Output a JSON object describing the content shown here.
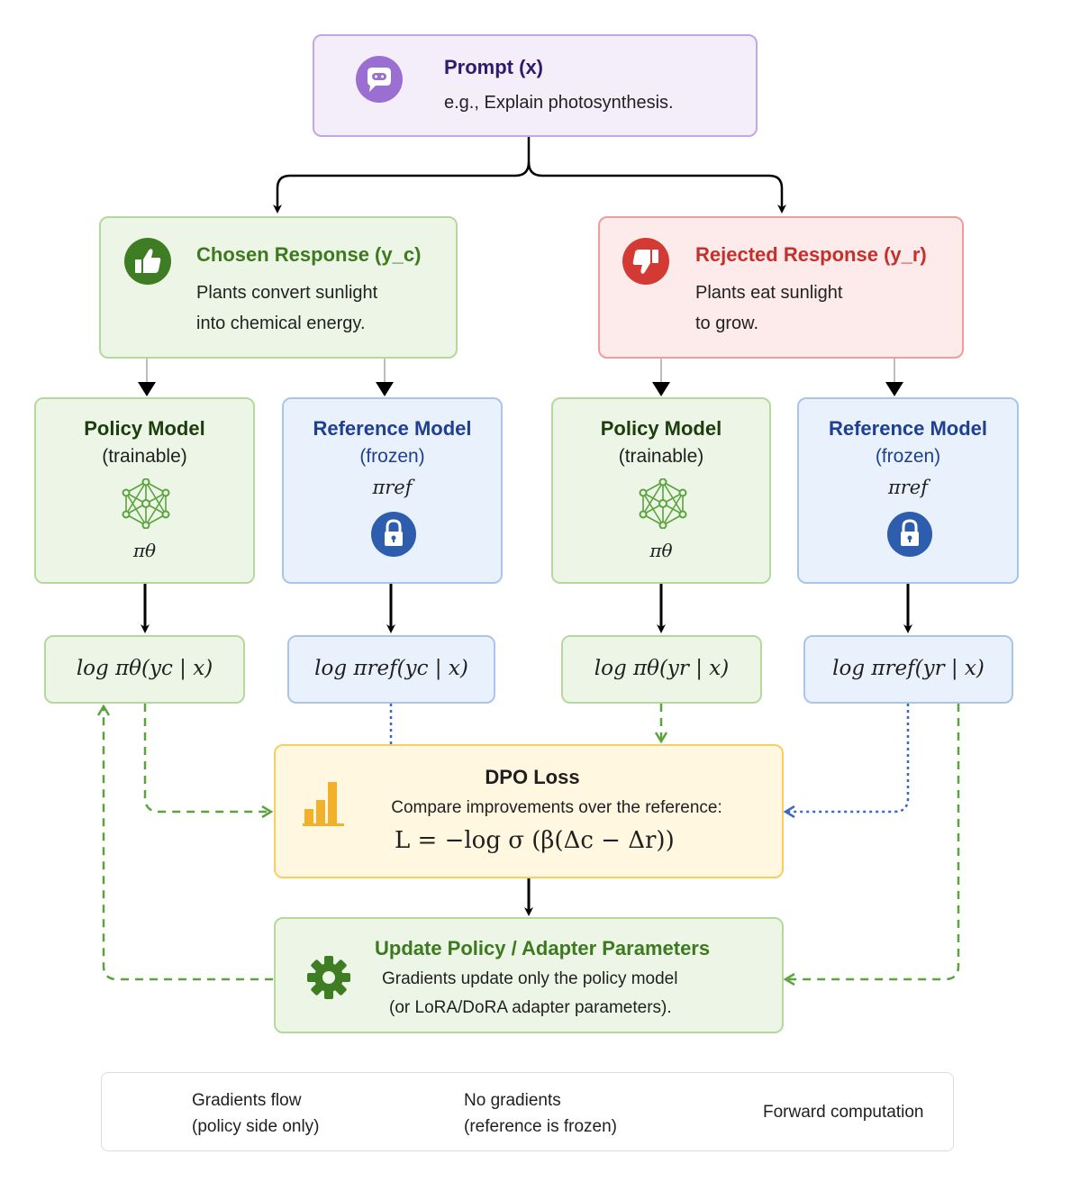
{
  "prompt": {
    "title": "Prompt (x)",
    "example": "e.g., Explain photosynthesis.",
    "icon": "chat-bubble-icon"
  },
  "chosen": {
    "title": "Chosen Response (y_c)",
    "line1": "Plants convert sunlight",
    "line2": "into chemical energy.",
    "icon": "thumbs-up-icon"
  },
  "rejected": {
    "title": "Rejected Response (y_r)",
    "line1": "Plants eat sunlight",
    "line2": "to grow.",
    "icon": "thumbs-down-icon"
  },
  "models": {
    "policy_c": {
      "name": "Policy Model",
      "state": "(trainable)",
      "symbol": "πθ",
      "icon": "neural-network-icon"
    },
    "ref_c": {
      "name": "Reference Model",
      "state": "(frozen)",
      "symbol": "πref",
      "icon": "lock-icon"
    },
    "policy_r": {
      "name": "Policy Model",
      "state": "(trainable)",
      "symbol": "πθ",
      "icon": "neural-network-icon"
    },
    "ref_r": {
      "name": "Reference Model",
      "state": "(frozen)",
      "symbol": "πref",
      "icon": "lock-icon"
    }
  },
  "logprobs": {
    "policy_c": "log πθ(yc | x)",
    "ref_c": "log πref(yc | x)",
    "policy_r": "log πθ(yr | x)",
    "ref_r": "log πref(yr | x)"
  },
  "loss": {
    "title": "DPO Loss",
    "desc": "Compare improvements over the reference:",
    "formula": "L = −log σ (β(Δc − Δr))",
    "icon": "bar-chart-icon"
  },
  "update": {
    "title": "Update Policy / Adapter Parameters",
    "line1": "Gradients update only the policy model",
    "line2": "(or LoRA/DoRA adapter parameters).",
    "icon": "gear-icon"
  },
  "legend": {
    "grad_line1": "Gradients flow",
    "grad_line2": "(policy side only)",
    "nograd_line1": "No gradients",
    "nograd_line2": "(reference is frozen)",
    "forward": "Forward computation"
  },
  "colors": {
    "green_text": "#3d7a1f",
    "red_text": "#c4302b",
    "blue_text": "#1f3f8f",
    "purple_text": "#2f1a6b",
    "grad_arrow": "#5aa33d",
    "nograd_arrow": "#3a66c4",
    "forward_arrow": "#000000"
  }
}
